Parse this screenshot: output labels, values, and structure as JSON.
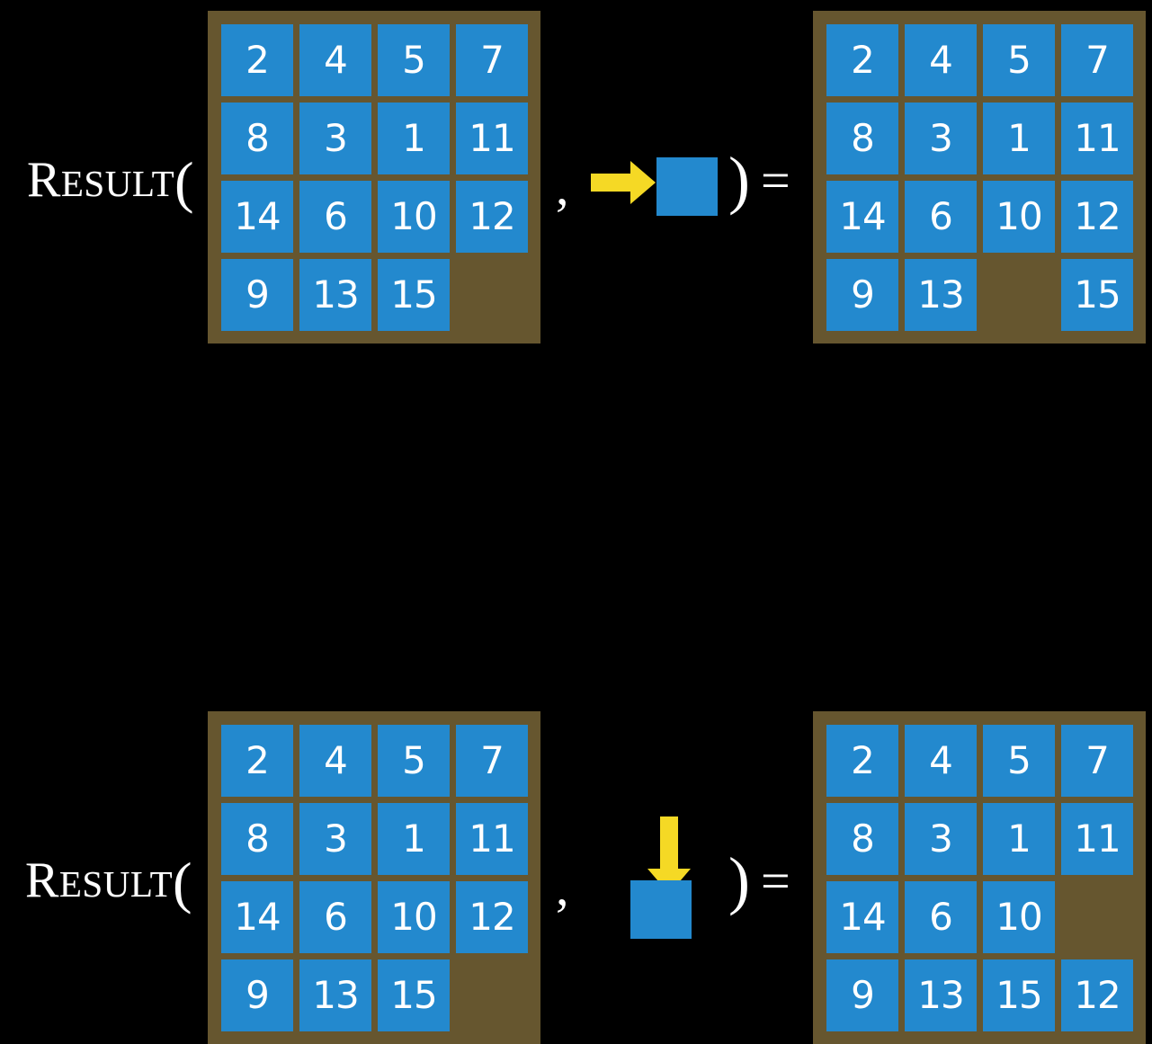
{
  "figure": {
    "title": "Result function applied to 15-puzzle states",
    "colors": {
      "background": "#000000",
      "tile": "#2389ce",
      "board": "#66562f",
      "arrow": "#f5d925",
      "text": "#ffffff"
    }
  },
  "labels": {
    "result_initial": "R",
    "result_rest": "ESULT",
    "open_paren": "(",
    "comma": ",",
    "close_paren": ")",
    "equals": "="
  },
  "rows": [
    {
      "id": "row-1",
      "action": {
        "icon": "arrow-right-icon",
        "direction": "right",
        "description": "slide blank right"
      },
      "input_board": {
        "name": "input-board-row-1",
        "grid": [
          [
            "2",
            "4",
            "5",
            "7"
          ],
          [
            "8",
            "3",
            "1",
            "11"
          ],
          [
            "14",
            "6",
            "10",
            "12"
          ],
          [
            "9",
            "13",
            "15",
            ""
          ]
        ]
      },
      "output_board": {
        "name": "output-board-row-1",
        "grid": [
          [
            "2",
            "4",
            "5",
            "7"
          ],
          [
            "8",
            "3",
            "1",
            "11"
          ],
          [
            "14",
            "6",
            "10",
            "12"
          ],
          [
            "9",
            "13",
            "",
            "15"
          ]
        ]
      }
    },
    {
      "id": "row-2",
      "action": {
        "icon": "arrow-down-icon",
        "direction": "down",
        "description": "slide blank down"
      },
      "input_board": {
        "name": "input-board-row-2",
        "grid": [
          [
            "2",
            "4",
            "5",
            "7"
          ],
          [
            "8",
            "3",
            "1",
            "11"
          ],
          [
            "14",
            "6",
            "10",
            "12"
          ],
          [
            "9",
            "13",
            "15",
            ""
          ]
        ]
      },
      "output_board": {
        "name": "output-board-row-2",
        "grid": [
          [
            "2",
            "4",
            "5",
            "7"
          ],
          [
            "8",
            "3",
            "1",
            "11"
          ],
          [
            "14",
            "6",
            "10",
            ""
          ],
          [
            "9",
            "13",
            "15",
            "12"
          ]
        ]
      }
    }
  ]
}
